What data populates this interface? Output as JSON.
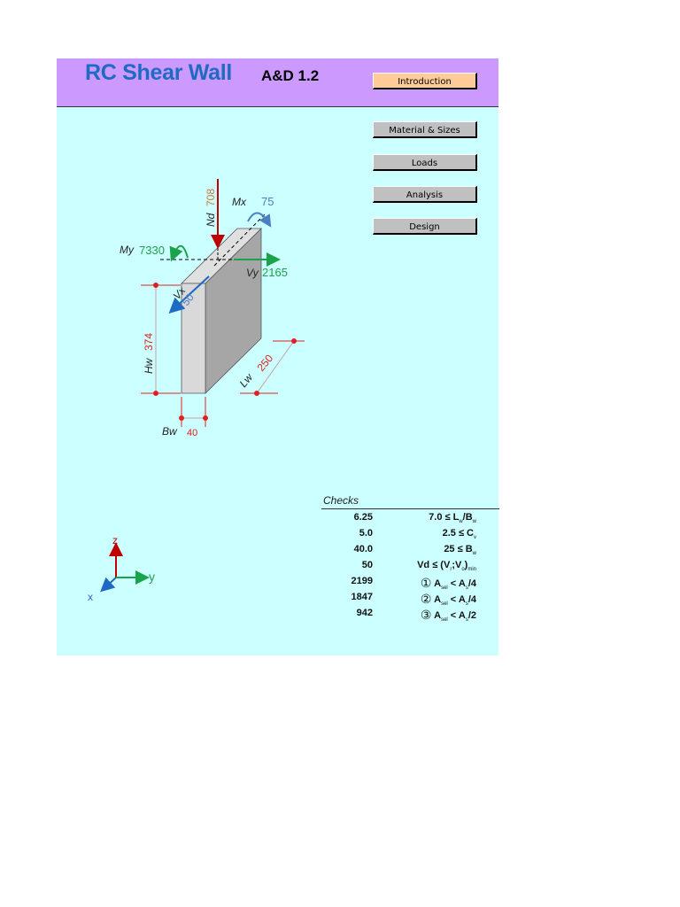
{
  "header": {
    "title": "RC Shear Wall",
    "version": "A&D  1.2"
  },
  "nav": {
    "introduction": "Introduction",
    "material_sizes": "Material & Sizes",
    "loads": "Loads",
    "analysis": "Analysis",
    "design": "Design"
  },
  "diagram": {
    "Nd_label": "Nd",
    "Nd_value": "708",
    "Mx_label": "Mx",
    "Mx_value": "75",
    "My_label": "My",
    "My_value": "7330",
    "Vy_label": "Vy",
    "Vy_value": "2165",
    "Vx_label": "Vx",
    "Vx_value": "50",
    "Hw_label": "Hw",
    "Hw_value": "374",
    "Lw_label": "Lw",
    "Lw_value": "250",
    "Bw_label": "Bw",
    "Bw_value": "40",
    "colors": {
      "axial": "#c00000",
      "moment_x": "#4a7fc1",
      "moment_y": "#1aa34a",
      "dimension": "#e02020",
      "wall_front": "#d9d9d9",
      "wall_side": "#a6a6a6"
    }
  },
  "axes": {
    "z": "z",
    "y": "y",
    "x": "x"
  },
  "checks": {
    "title": "Checks",
    "rows": [
      {
        "value": "6.25",
        "cond_pre": "7.0 ≤ L",
        "sub1": "w",
        "cond_mid": "/B",
        "sub2": "w",
        "cond_post": ""
      },
      {
        "value": "5.0",
        "cond_pre": "2.5 ≤ C",
        "sub1": "v",
        "cond_mid": "",
        "sub2": "",
        "cond_post": ""
      },
      {
        "value": "40.0",
        "cond_pre": "25 ≤ B",
        "sub1": "w",
        "cond_mid": "",
        "sub2": "",
        "cond_post": ""
      },
      {
        "value": "50",
        "cond_pre": "Vd ≤ (V",
        "sub1": "r",
        "cond_mid": ";V",
        "sub2": "o",
        "cond_post": ")",
        "sub3": "min"
      },
      {
        "value": "2199",
        "circle": "①",
        "cond_pre": " A",
        "sub1": "sel",
        "cond_mid": " < A",
        "sub2": "s",
        "cond_post": "/4"
      },
      {
        "value": "1847",
        "circle": "②",
        "cond_pre": " A",
        "sub1": "sel",
        "cond_mid": " < A",
        "sub2": "s",
        "cond_post": "/4"
      },
      {
        "value": "942",
        "circle": "③",
        "cond_pre": " A",
        "sub1": "sel",
        "cond_mid": " < A",
        "sub2": "s",
        "cond_post": "/2"
      }
    ]
  }
}
